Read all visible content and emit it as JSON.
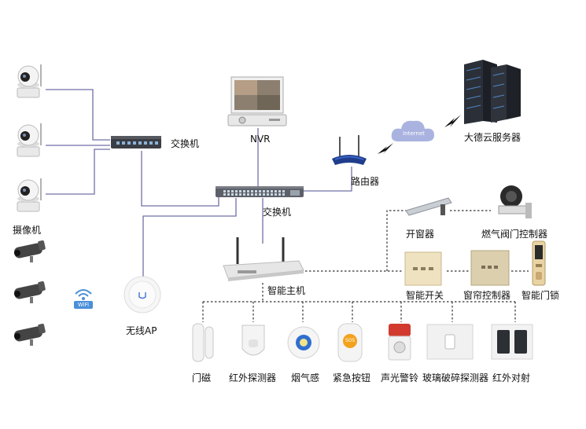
{
  "labels": {
    "switch_top": "交换机",
    "nvr": "NVR",
    "cloud_server": "大德云服务器",
    "router": "路由器",
    "switch_main": "交换机",
    "camera": "摄像机",
    "window_opener": "开窗器",
    "gas_valve": "燃气阀门控制器",
    "smart_host": "智能主机",
    "smart_switch": "智能开关",
    "curtain_controller": "窗帘控制器",
    "smart_lock": "智能门锁",
    "wireless_ap": "无线AP",
    "door_sensor": "门磁",
    "ir_detector": "红外探测器",
    "smoke_sensor": "烟气感",
    "emergency_button": "紧急按钮",
    "siren": "声光警铃",
    "glass_break": "玻璃破碎探测器",
    "ir_beam": "红外对射"
  },
  "device_text": {
    "internet": "Internet",
    "wifi": "WiFi",
    "sos": "SOS"
  },
  "colors": {
    "wire": "#6f6fa8",
    "dotted": "#333333"
  }
}
